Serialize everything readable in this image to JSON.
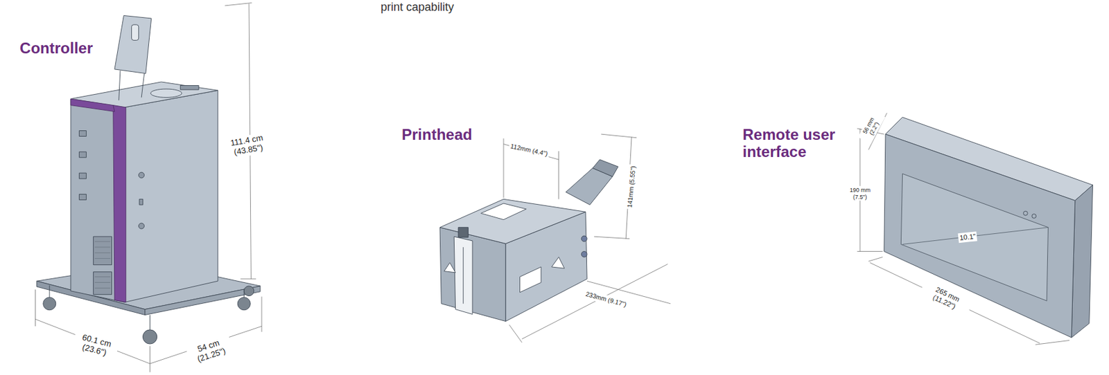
{
  "diagram": {
    "labels": [
      "print capability",
      "Controller",
      "111.4 cm (43.85\")",
      "60.1 cm (23.6\")",
      "54 cm (21.25\")",
      "Printhead",
      "112mm (4.4\")",
      "141mm (5.55\")",
      "233mm (9.17\")",
      "Remote user interface",
      "56 mm (2.2\")",
      "190 mm (7.5\")",
      "10.1\"",
      "265 mm (11.22\")"
    ]
  }
}
